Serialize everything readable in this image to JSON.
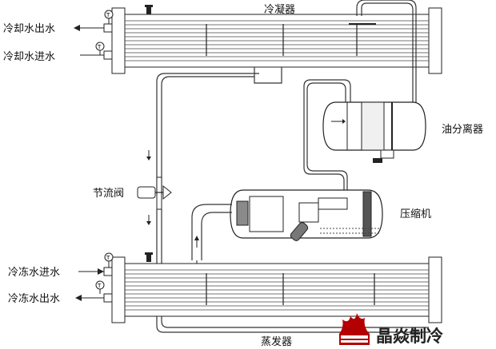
{
  "labels": {
    "condenser": "冷凝器",
    "cooling_water_out": "冷却水出水",
    "cooling_water_in": "冷却水进水",
    "oil_separator": "油分离器",
    "expansion_valve": "节流阀",
    "compressor": "压缩机",
    "chilled_water_in": "冷冻水进水",
    "chilled_water_out": "冷冻水出水",
    "evaporator": "蒸发器"
  },
  "gauge_symbol": "T",
  "logo": {
    "text": "晶焱制冷",
    "color": "#b30000"
  },
  "colors": {
    "line": "#222222",
    "shell_fill": "#f2f2f2",
    "motor_fill": "#8a8a8a"
  },
  "icons": [
    "gauge-icon",
    "valve-icon",
    "flow-arrow-icon",
    "flame-logo-icon"
  ]
}
